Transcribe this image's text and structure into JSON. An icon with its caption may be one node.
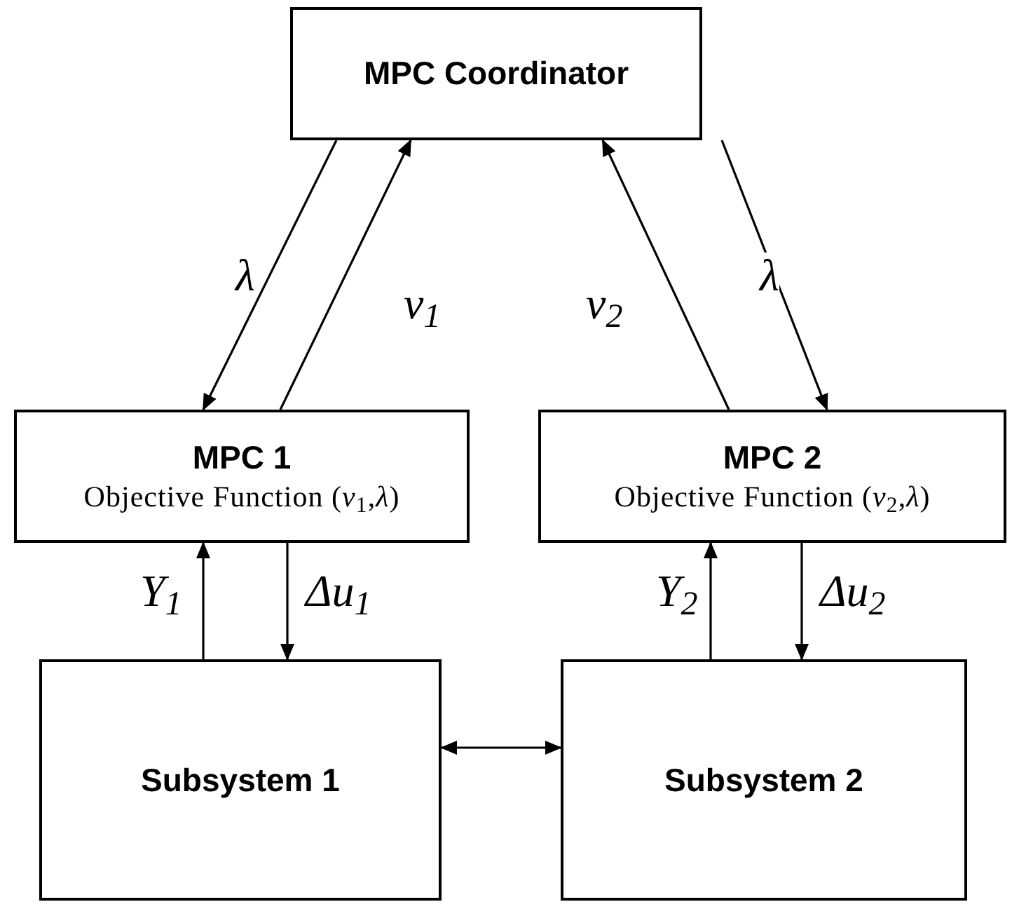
{
  "diagram": {
    "nodes": [
      {
        "text": [
          "MPC Coordinator"
        ]
      },
      {
        "text": [
          "MPC 1",
          "Objective Function (*v*$_{1}$,*λ*)"
        ]
      },
      {
        "text": [
          "MPC 2",
          "Objective Function (*v*$_{2}$,*λ*)"
        ]
      },
      {
        "text": [
          "Subsystem 1"
        ]
      },
      {
        "text": [
          "Subsystem 2"
        ]
      }
    ],
    "edges": [
      {
        "from": 0,
        "to": 1,
        "arrow": "to",
        "label": "λ"
      },
      {
        "from": 1,
        "to": 0,
        "arrow": "to",
        "label": "v$_{1}$"
      },
      {
        "from": 2,
        "to": 0,
        "arrow": "to",
        "label": "v$_{2}$"
      },
      {
        "from": 0,
        "to": 2,
        "arrow": "to",
        "label": "λ"
      },
      {
        "from": 3,
        "to": 1,
        "arrow": "to",
        "label": "Y$_{1}$"
      },
      {
        "from": 1,
        "to": 3,
        "arrow": "to",
        "label": "Δu$_{1}$"
      },
      {
        "from": 4,
        "to": 2,
        "arrow": "to",
        "label": "Y$_{2}$"
      },
      {
        "from": 2,
        "to": 4,
        "arrow": "to",
        "label": "Δu$_{2}$"
      },
      {
        "from": 3,
        "to": 4,
        "arrow": "both"
      }
    ]
  }
}
